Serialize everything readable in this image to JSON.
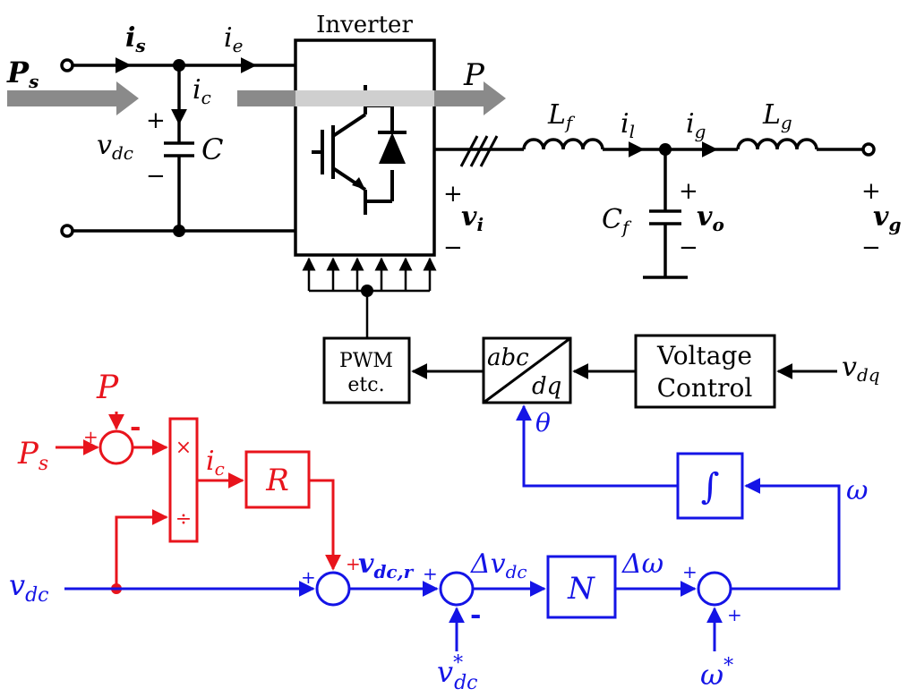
{
  "colors": {
    "power_circuit": "#000000",
    "power_flow": "#8a8a8a",
    "red_path": "#e8141c",
    "blue_path": "#1414e6"
  },
  "circuit": {
    "inverter_label": "Inverter",
    "Ps": "P",
    "Ps_sub": "s",
    "P": "P",
    "is": "i",
    "is_sub": "s",
    "ie": "i",
    "ie_sub": "e",
    "ic": "i",
    "ic_sub": "c",
    "plus": "+",
    "minus": "−",
    "vdc": "v",
    "vdc_sub": "dc",
    "C": "C",
    "vi": "v",
    "vi_sub": "i",
    "Lf": "L",
    "Lf_sub": "f",
    "il": "i",
    "il_sub": "l",
    "ig": "i",
    "ig_sub": "g",
    "Lg": "L",
    "Lg_sub": "g",
    "Cf": "C",
    "Cf_sub": "f",
    "vo": "v",
    "vo_sub": "o",
    "vg": "v",
    "vg_sub": "g"
  },
  "control": {
    "pwm_line1": "PWM",
    "pwm_line2": "etc.",
    "abc": "abc",
    "dq": "dq",
    "vc_line1": "Voltage",
    "vc_line2": "Control",
    "vdq": "v",
    "vdq_sub": "dq",
    "theta": "θ",
    "integral": "∫",
    "omega": "ω"
  },
  "red_path": {
    "P": "P",
    "Ps": "P",
    "Ps_sub": "s",
    "plus": "+",
    "minus": "-",
    "times": "×",
    "divide": "÷",
    "ic": "i",
    "ic_sub": "c",
    "R": "R"
  },
  "blue_path": {
    "vdc": "v",
    "vdc_sub": "dc",
    "plus": "+",
    "vdcr": "v",
    "vdcr_sub": "dc,r",
    "delta_vdc": "Δv",
    "delta_vdc_sub": "dc",
    "N": "N",
    "delta_omega": "Δω",
    "minus": "-",
    "vdc_star": "v",
    "vdc_star_sup": "*",
    "vdc_star_sub": "dc",
    "omega_star": "ω",
    "omega_star_sup": "*"
  }
}
